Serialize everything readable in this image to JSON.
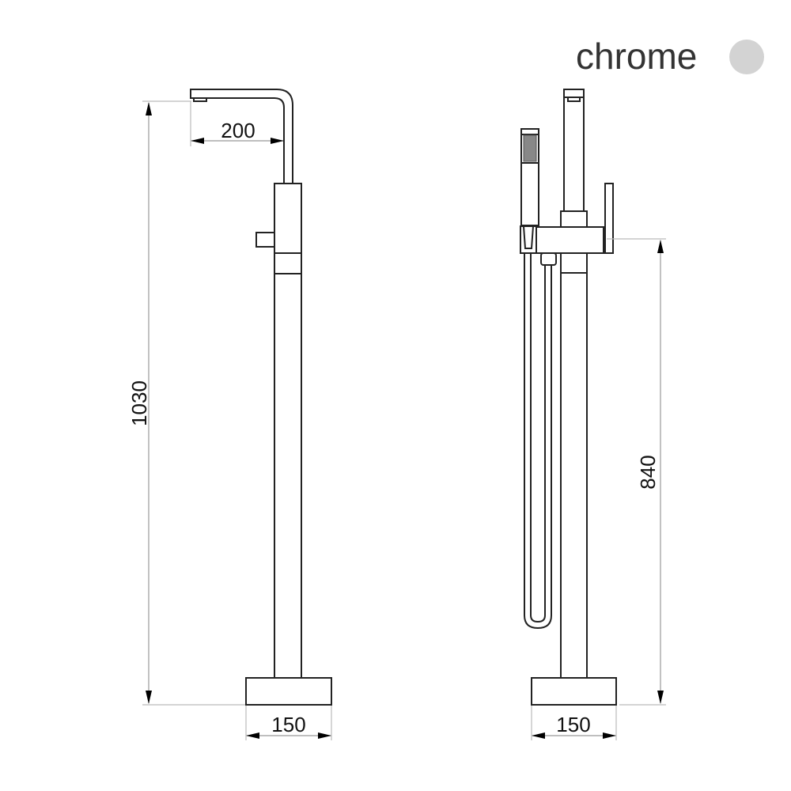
{
  "finish": {
    "label": "chrome",
    "color": "#d3d3d3"
  },
  "left_view": {
    "height_dim": "1030",
    "spout_reach_dim": "200",
    "base_width_dim": "150"
  },
  "right_view": {
    "handle_height_dim": "840",
    "base_width_dim": "150"
  }
}
